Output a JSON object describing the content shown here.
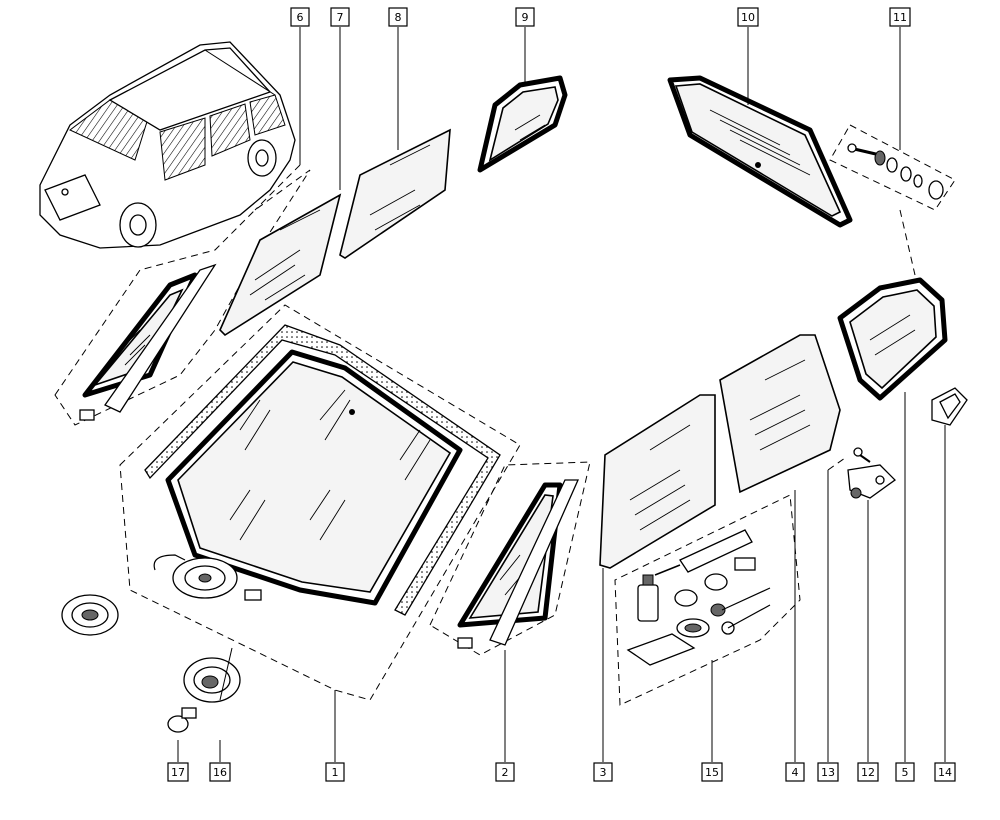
{
  "diagram": {
    "callouts": [
      {
        "id": "c6",
        "label": "6"
      },
      {
        "id": "c7",
        "label": "7"
      },
      {
        "id": "c8",
        "label": "8"
      },
      {
        "id": "c9",
        "label": "9"
      },
      {
        "id": "c10",
        "label": "10"
      },
      {
        "id": "c11",
        "label": "11"
      },
      {
        "id": "c17",
        "label": "17"
      },
      {
        "id": "c16",
        "label": "16"
      },
      {
        "id": "c1",
        "label": "1"
      },
      {
        "id": "c2",
        "label": "2"
      },
      {
        "id": "c3",
        "label": "3"
      },
      {
        "id": "c15",
        "label": "15"
      },
      {
        "id": "c4",
        "label": "4"
      },
      {
        "id": "c13",
        "label": "13"
      },
      {
        "id": "c12",
        "label": "12"
      },
      {
        "id": "c5",
        "label": "5"
      },
      {
        "id": "c14",
        "label": "14"
      }
    ]
  }
}
